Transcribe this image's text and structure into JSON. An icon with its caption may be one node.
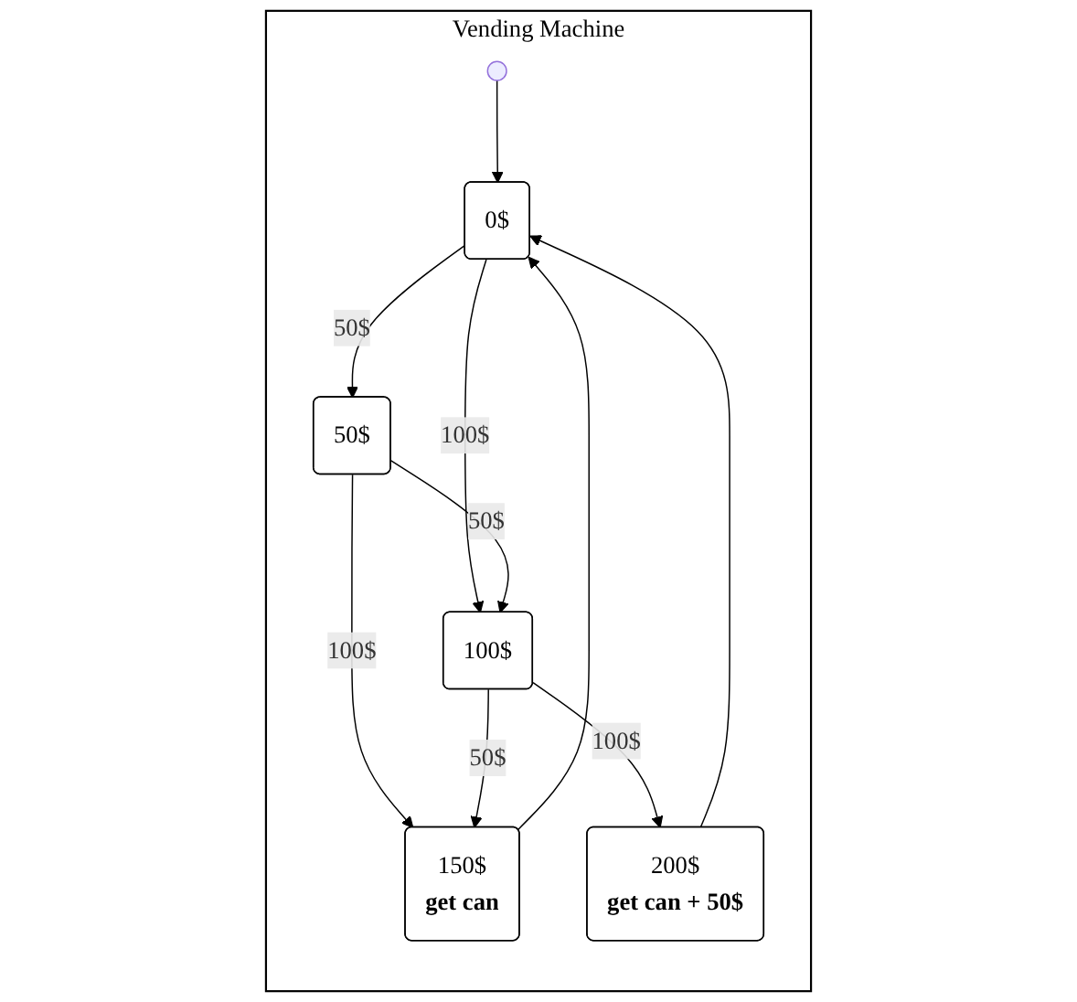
{
  "diagram": {
    "nodes": [
      {
        "text": [
          "Vending Machine"
        ]
      },
      {
        "text": [],
        "shape": "circle",
        "in": 0
      },
      {
        "text": [
          "0$"
        ],
        "in": 0
      },
      {
        "text": [
          "50$"
        ],
        "in": 0
      },
      {
        "text": [
          "100$"
        ],
        "in": 0
      },
      {
        "text": [
          "150$",
          "get can"
        ],
        "in": 0
      },
      {
        "text": [
          "200$",
          "get can + 50$"
        ],
        "in": 0
      }
    ],
    "edges": [
      {
        "from": 1,
        "to": 2,
        "arrow": "to"
      },
      {
        "from": 2,
        "to": 3,
        "arrow": "to",
        "label": "50$"
      },
      {
        "from": 2,
        "to": 4,
        "arrow": "to",
        "label": "100$"
      },
      {
        "from": 3,
        "to": 4,
        "arrow": "to",
        "label": "50$"
      },
      {
        "from": 3,
        "to": 5,
        "arrow": "to",
        "label": "100$"
      },
      {
        "from": 4,
        "to": 5,
        "arrow": "to",
        "label": "50$"
      },
      {
        "from": 4,
        "to": 6,
        "arrow": "to",
        "label": "100$"
      },
      {
        "from": 5,
        "to": 2,
        "arrow": "to"
      },
      {
        "from": 6,
        "to": 2,
        "arrow": "to"
      }
    ]
  }
}
